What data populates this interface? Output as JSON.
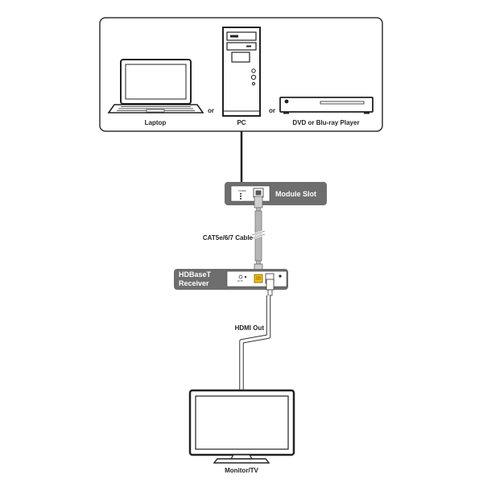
{
  "sources": {
    "laptop_label": "Laptop",
    "pc_label": "PC",
    "player_label": "DVD or Blu-ray Player",
    "or_1": "or",
    "or_2": "or"
  },
  "module": {
    "label": "Module Slot"
  },
  "cable_1": {
    "label": "CAT5e/6/7 Cable"
  },
  "receiver": {
    "label_line1": "HDBaseT",
    "label_line2": "Receiver"
  },
  "cable_2": {
    "label": "HDMI Out"
  },
  "display": {
    "label": "Monitor/TV"
  },
  "colors": {
    "device_box": "#6e6e6e",
    "outline": "#333333",
    "cable_cat": "#b5b5b5",
    "hdmi_connector": "#f0c000"
  }
}
